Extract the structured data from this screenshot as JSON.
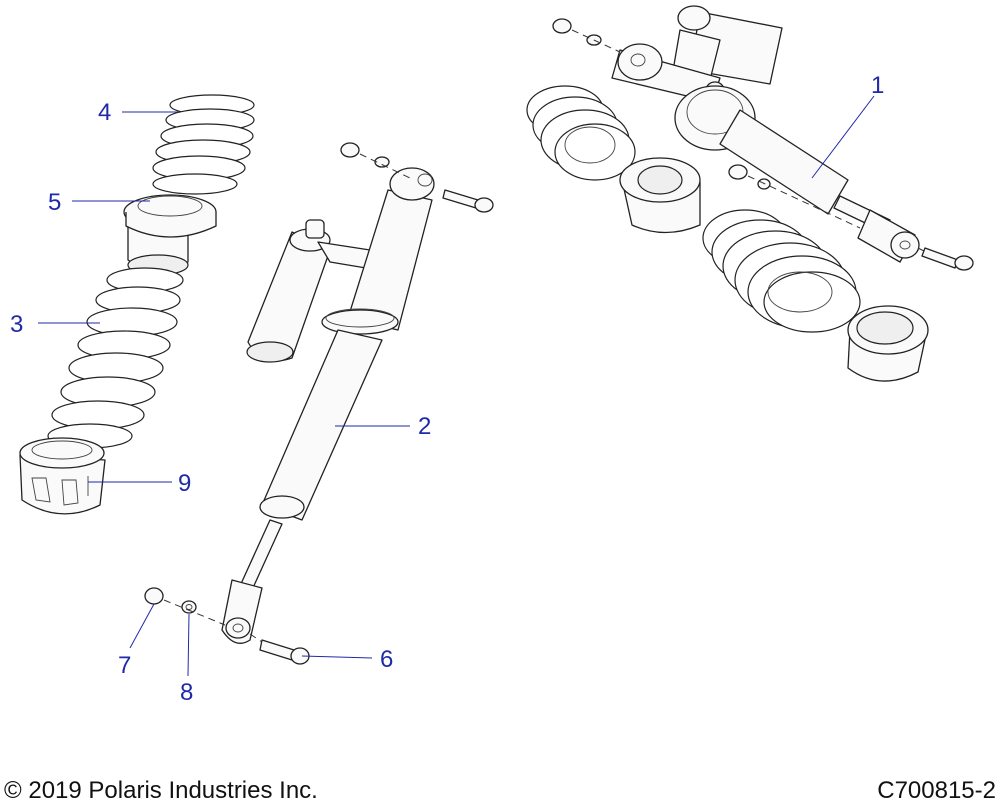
{
  "diagram": {
    "callouts": [
      "1",
      "2",
      "3",
      "4",
      "5",
      "6",
      "7",
      "8",
      "9"
    ]
  },
  "footer": {
    "copyright": "© 2019 Polaris Industries Inc.",
    "drawing_number": "C700815-2"
  }
}
